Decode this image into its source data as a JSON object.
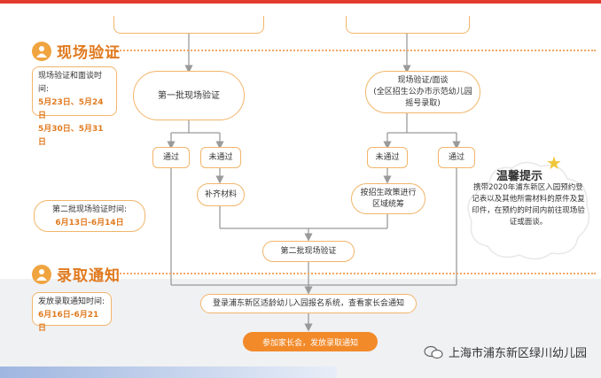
{
  "sections": {
    "verify_title": "现场验证",
    "admit_title": "录取通知"
  },
  "info": {
    "verify_time_label": "现场验证和面谈时间:",
    "verify_dates_1": "5月23日、5月24日",
    "verify_dates_2": "5月30日、5月31日",
    "second_batch_label": "第二批现场验证时间:",
    "second_batch_dates": "6月13日-6月14日",
    "notice_label": "发放录取通知时间:",
    "notice_dates": "6月16日-6月21日"
  },
  "nodes": {
    "first_batch": "第一批现场验证",
    "verify_interview_1": "现场验证/面谈",
    "verify_interview_2": "(全区招生公办市示范幼儿园",
    "verify_interview_3": "摇号录取)",
    "pass_left": "通过",
    "fail_left": "未通过",
    "supplement": "补齐材料",
    "fail_right": "未通过",
    "pass_right": "通过",
    "policy_1": "按招生政策进行",
    "policy_2": "区域统筹",
    "second_batch": "第二批现场验证",
    "login_system": "登录浦东新区适龄幼儿入园报名系统，查看家长会通知",
    "cta": "参加家长会，发放录取通知"
  },
  "tip": {
    "title": "温馨提示",
    "body": "携带2020年浦东新区入园预约登记表以及其他所需材料的原件及复印件，在预约的时间内前往现场验证或面谈。"
  },
  "watermark": "上海市浦东新区绿川幼儿园",
  "colors": {
    "accent": "#f28a2a",
    "border": "#f2b56b",
    "title": "#e07a1f"
  }
}
